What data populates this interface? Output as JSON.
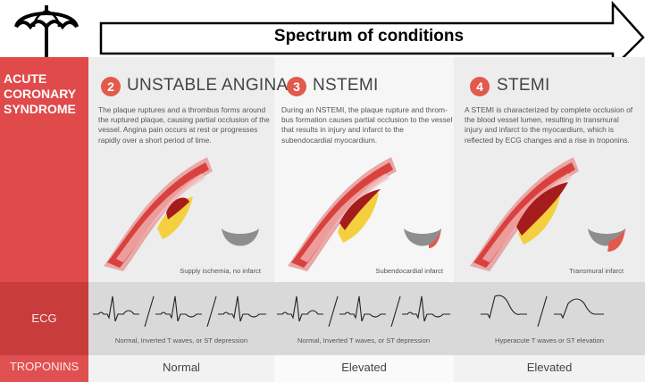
{
  "banner": {
    "title": "Spectrum of conditions"
  },
  "left_column": {
    "title_lines": [
      "ACUTE",
      "CORONARY",
      "SYNDROME"
    ],
    "ecg_label": "ECG",
    "troponins_label": "TROPONINS"
  },
  "conditions": [
    {
      "number": "2",
      "title": "UNSTABLE ANGINA",
      "description_lines": [
        "The plaque ruptures and a thrombus forms around",
        "the ruptured plaque, causing partial occlusion of the",
        "vessel. Angina pain occurs at rest or progresses",
        "rapidly over a short period of time."
      ],
      "caption": "Supply ischemia, no infarct",
      "ecg_caption": "Normal, Inverted T waves, or ST depression",
      "troponins": "Normal"
    },
    {
      "number": "3",
      "title": "NSTEMI",
      "description_lines": [
        "During an NSTEMI, the plaque rupture and throm-",
        "bus formation causes partial occlusion to the vessel",
        "that results in injury and infarct to the",
        "subendocardial myocardium."
      ],
      "caption": "Subendocardial infarct",
      "ecg_caption": "Normal, Inverted T waves, or ST depression",
      "troponins": "Elevated"
    },
    {
      "number": "4",
      "title": "STEMI",
      "description_lines": [
        "A STEMI is characterized by complete occlusion of",
        "the blood vessel lumen, resulting in transmural",
        "injury and infarct to the myocardium, which is",
        "reflected by ECG changes and a rise in troponins."
      ],
      "caption": "Transmural infarct",
      "ecg_caption": "Hyperacute T waves or ST elevation",
      "troponins": "Elevated"
    }
  ],
  "colors": {
    "accent_red": "#e04a4a",
    "vessel_red": "#d9413f",
    "plaque_yellow": "#f4d03f",
    "thrombus": "#a51c1c"
  },
  "icons": [
    "umbrella-icon",
    "arrow-icon",
    "heart-wall-icon"
  ]
}
